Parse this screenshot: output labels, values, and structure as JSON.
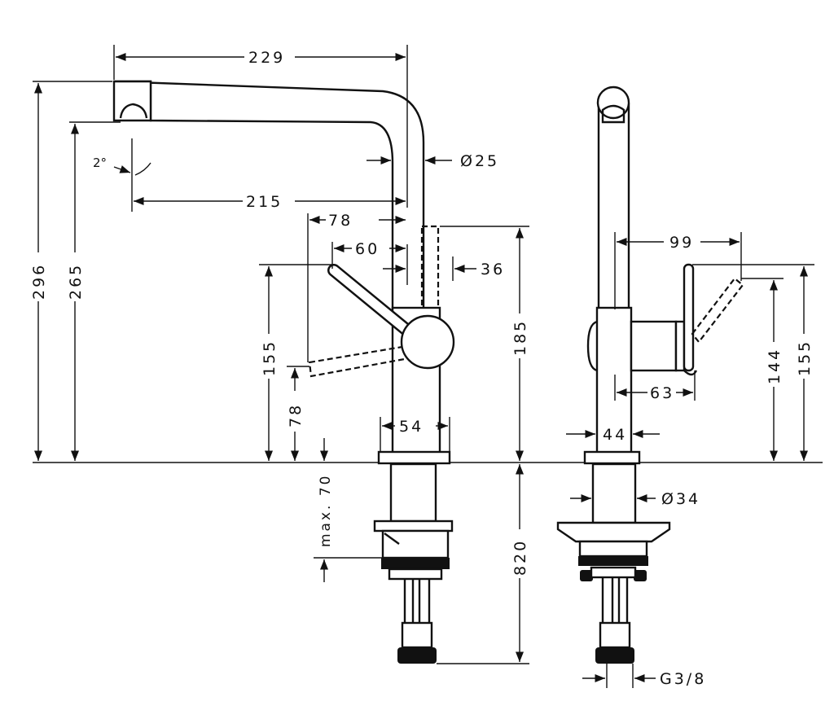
{
  "front_view": {
    "dim_spout_length": "229",
    "dim_total_height": "296",
    "dim_outlet_height": "265",
    "dim_spray_angle": "2°",
    "dim_reach": "215",
    "dim_lever_78": "78",
    "dim_lever_60": "60",
    "dim_36": "36",
    "dim_pipe_diameter": "Ø25",
    "dim_155": "155",
    "dim_78_vertical": "78",
    "dim_185": "185",
    "dim_base_width": "54",
    "dim_max_deck": "max. 70",
    "dim_820": "820"
  },
  "side_view": {
    "dim_99": "99",
    "dim_144": "144",
    "dim_155": "155",
    "dim_63": "63",
    "dim_44": "44",
    "dim_shank_diameter": "Ø34",
    "dim_thread": "G3/8"
  },
  "colors": {
    "line": "#111111",
    "background": "#ffffff"
  }
}
